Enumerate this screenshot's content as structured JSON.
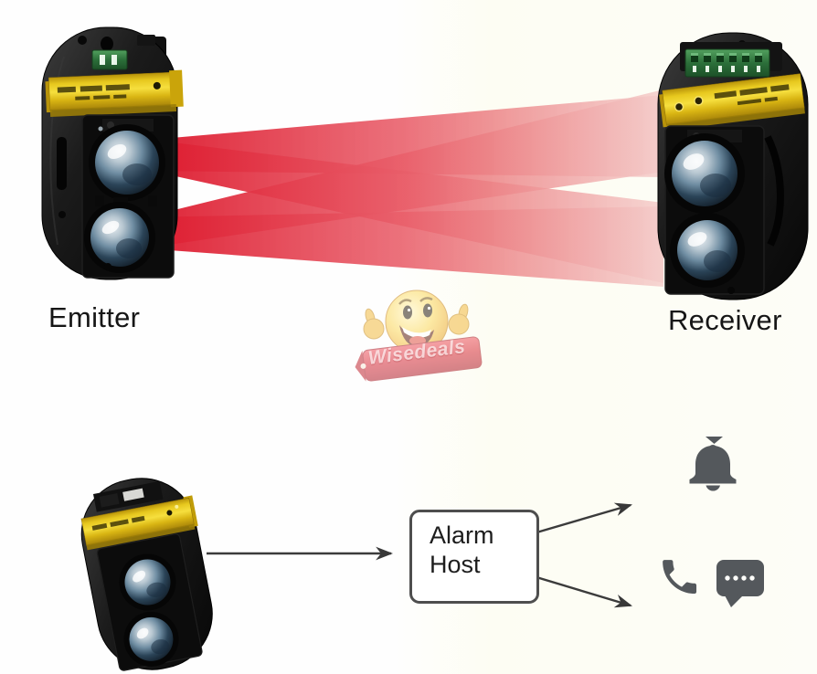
{
  "image_type": "infrared-beam-sensor-product-diagram",
  "labels": {
    "emitter": "Emitter",
    "receiver": "Receiver"
  },
  "watermark": {
    "text": "Wisedeals"
  },
  "diagram": {
    "alarm_host": {
      "line1": "Alarm",
      "line2": "Host"
    }
  },
  "icons": {
    "bell": "bell-icon",
    "phone": "phone-icon",
    "message": "message-bubble-icon"
  },
  "colors": {
    "beam_start": "#de1a2e",
    "beam_end": "#f6ced2",
    "device_yellow": "#e7c81e",
    "terminal_green": "#2c6f3a",
    "tag_red": "#d8303c",
    "icon_gray": "#54585c",
    "arrow_gray": "#3b3b3b"
  }
}
